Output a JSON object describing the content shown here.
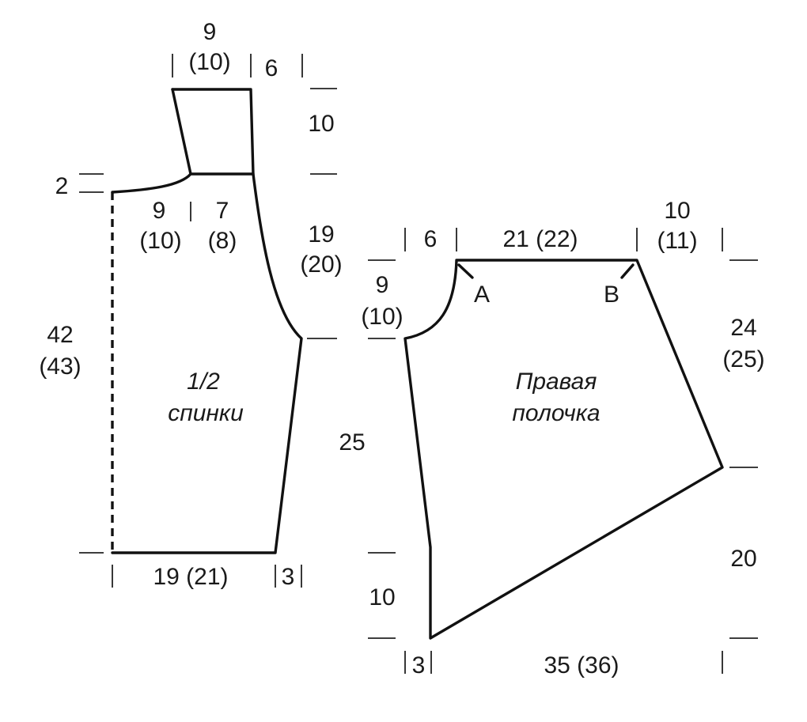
{
  "back_piece": {
    "title_line1": "1/2",
    "title_line2": "спинки",
    "neck_width": "9",
    "neck_width_alt": "(10)",
    "shoulder_width": "6",
    "neck_depth": "10",
    "side_offset": "2",
    "lower_neck_width": "9",
    "lower_neck_width_alt": "(10)",
    "lower_shoulder_width": "7",
    "lower_shoulder_width_alt": "(8)",
    "armhole_height": "19",
    "armhole_height_alt": "(20)",
    "center_height": "42",
    "center_height_alt": "(43)",
    "side_height": "25",
    "bottom_width": "19 (21)",
    "bottom_offset": "3"
  },
  "front_piece": {
    "title_line1": "Правая",
    "title_line2": "полочка",
    "neck_width": "6",
    "top_width": "21 (22)",
    "shoulder_width": "10",
    "shoulder_width_alt": "(11)",
    "neck_depth": "9",
    "neck_depth_alt": "(10)",
    "label_a": "A",
    "label_b": "B",
    "upper_side_height": "24",
    "upper_side_height_alt": "(25)",
    "lower_side_height": "20",
    "lower_left_height": "10",
    "bottom_offset": "3",
    "bottom_width": "35 (36)"
  }
}
